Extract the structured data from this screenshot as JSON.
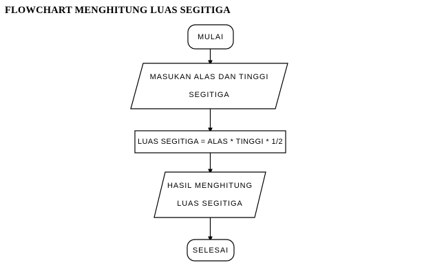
{
  "title": "FLOWCHART MENGHITUNG LUAS SEGITIGA",
  "colors": {
    "stroke": "#000000",
    "fill": "#ffffff",
    "text": "#000000"
  },
  "flowchart": {
    "nodes": [
      {
        "id": "mulai",
        "shape": "terminator",
        "lines": [
          "MULAI"
        ]
      },
      {
        "id": "input",
        "shape": "parallelogram",
        "lines": [
          "MASUKAN  ALAS  DAN  TINGGI",
          "SEGITIGA"
        ]
      },
      {
        "id": "process",
        "shape": "rectangle",
        "lines": [
          "LUAS SEGITIGA = ALAS * TINGGI * 1/2"
        ]
      },
      {
        "id": "output",
        "shape": "parallelogram",
        "lines": [
          "HASIL MENGHITUNG",
          "LUAS SEGITIGA"
        ]
      },
      {
        "id": "selesai",
        "shape": "terminator",
        "lines": [
          "SELESAI"
        ]
      }
    ],
    "connectors": [
      {
        "from": "mulai",
        "to": "input"
      },
      {
        "from": "input",
        "to": "process"
      },
      {
        "from": "process",
        "to": "output"
      },
      {
        "from": "output",
        "to": "selesai"
      }
    ]
  }
}
